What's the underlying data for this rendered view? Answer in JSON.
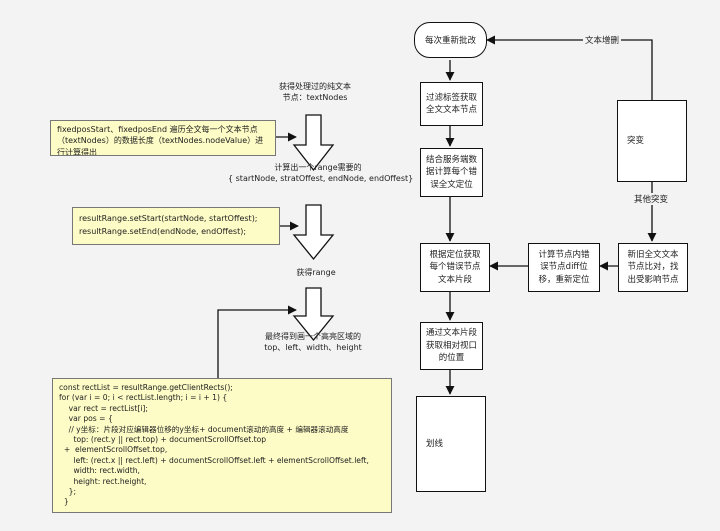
{
  "flow": {
    "start": "每次重新批改",
    "filter": "过滤标签获取\n全文文本节点",
    "locate": "结合服务端数\n据计算每个错\n误全文定位",
    "fragment": "根据定位获取\n每个错误节点\n文本片段",
    "viewport": "通过文本片段\n获取相对视口\n的位置",
    "draw": "划线",
    "mutate": "突变",
    "compare": "新旧全文文本\n节点比对，找\n出受影响节点",
    "recalc": "计算节点内错\n误节点diff位\n移，重新定位"
  },
  "edges": {
    "text_change": "文本增删",
    "other_mutation": "其他突变"
  },
  "left": {
    "step1_label": "获得处理过的纯文本\n节点：textNodes",
    "note1": "fixedposStart、fixedposEnd 遍历全文每一个文本节点\n（textNodes）的数据长度（textNodes.nodeValue）进\n行计算得出",
    "step2_label": "计算出一个range需要的\n{ startNode, stratOffest, endNode, endOffest}",
    "note2": "resultRange.setStart(startNode, startOffest);\nresultRange.setEnd(endNode, endOffest);",
    "step3_label": "获得range",
    "step4_label": "最终得到画一个高亮区域的\ntop、left、width、height",
    "code": "const rectList = resultRange.getClientRects();\nfor (var i = 0; i < rectList.length; i = i + 1) {\n    var rect = rectList[i];\n    var pos = {\n    // y坐标：片段对应编辑器位移的y坐标+ document滚动的高度 + 编辑器滚动高度\n      top: (rect.y || rect.top) + documentScrollOffset.top\n  +  elementScrollOffset.top,\n      left: (rect.x || rect.left) + documentScrollOffset.left + elementScrollOffset.left,\n      width: rect.width,\n      height: rect.height,\n    };\n  }"
  }
}
